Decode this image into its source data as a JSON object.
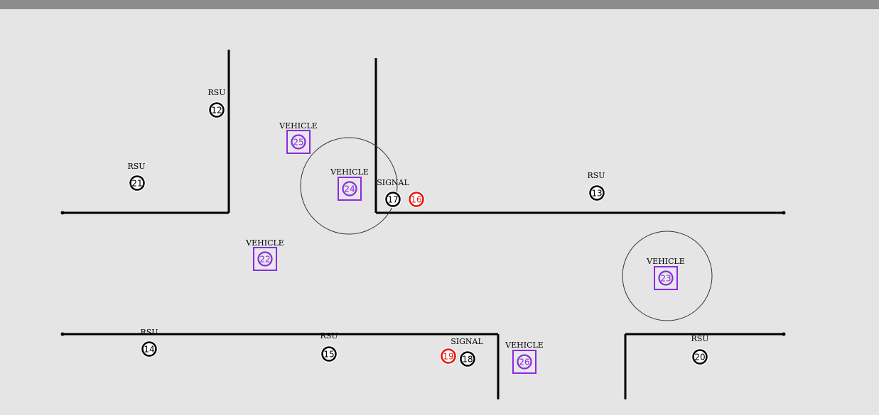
{
  "colors": {
    "background": "#e5e5e5",
    "top_bar": "#8c8c8c",
    "road": "#000000",
    "rsu": "#000000",
    "signal_active": "#e8140c",
    "signal": "#000000",
    "vehicle": "#8a2be2",
    "range": "#333333"
  },
  "labels": {
    "rsu": "RSU",
    "vehicle": "VEHICLE",
    "signal": "SIGNAL"
  },
  "nodes": {
    "rsu_12": {
      "id": "12",
      "type": "rsu"
    },
    "rsu_21": {
      "id": "21",
      "type": "rsu"
    },
    "rsu_13": {
      "id": "13",
      "type": "rsu"
    },
    "rsu_14": {
      "id": "14",
      "type": "rsu"
    },
    "rsu_15": {
      "id": "15",
      "type": "rsu"
    },
    "rsu_20": {
      "id": "20",
      "type": "rsu"
    },
    "signal_17": {
      "id": "17",
      "type": "signal"
    },
    "signal_16": {
      "id": "16",
      "type": "signal-active"
    },
    "signal_18": {
      "id": "18",
      "type": "signal"
    },
    "signal_19": {
      "id": "19",
      "type": "signal-active"
    },
    "vehicle_25": {
      "id": "25",
      "type": "vehicle"
    },
    "vehicle_24": {
      "id": "24",
      "type": "vehicle"
    },
    "vehicle_22": {
      "id": "22",
      "type": "vehicle"
    },
    "vehicle_23": {
      "id": "23",
      "type": "vehicle"
    },
    "vehicle_26": {
      "id": "26",
      "type": "vehicle"
    }
  }
}
